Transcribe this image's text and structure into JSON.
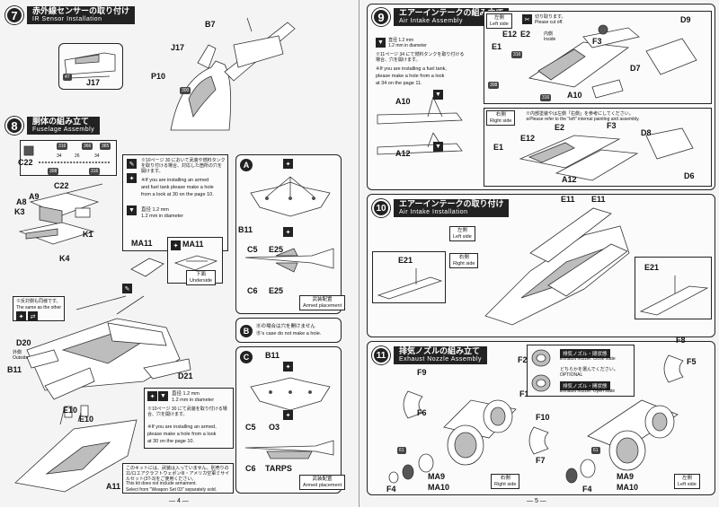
{
  "left_page": {
    "step7": {
      "number": "7",
      "title_jp": "赤外線センサーの取り付け",
      "title_en": "IR Sensor Installation",
      "parts": {
        "b7": "B7",
        "j17": "J17",
        "j17b": "J17",
        "p10": "P10"
      },
      "code47": "47",
      "code300": "300"
    },
    "step8": {
      "number": "8",
      "title_jp": "胴体の組み立て",
      "title_en": "Fuselage Assembly",
      "parts": {
        "c22": "C22",
        "c22b": "C22",
        "a8": "A8",
        "a9": "A9",
        "k3": "K3",
        "k1": "K1",
        "k4": "K4",
        "ma11a": "MA11",
        "ma11b": "MA11",
        "d20": "D20",
        "b11": "B11",
        "d21": "D21",
        "e10a": "E10",
        "e10b": "E10",
        "a11": "A11"
      },
      "decal_codes": {
        "c1": "316",
        "c2": "366",
        "c3": "365",
        "c4": "316",
        "c5": "308",
        "c6": "34",
        "c7": "34",
        "c8": "26"
      },
      "note_hole": {
        "jp": "※10ページ 30 において武装や燃料タンクを取り付ける場合、対応した箇所の穴を開けます。",
        "en1": "※If you are installing an armed",
        "en2": "and fuel tank please make a hole",
        "en3": "from a look at 30 on the page 10.",
        "dia_jp": "直径 1.2 mm",
        "dia_en": "1.2 mm in diameter"
      },
      "note_same": {
        "jp": "※反対側も同様です。",
        "en": "The same as the other side."
      },
      "underside_jp": "下面",
      "underside_en": "Underside",
      "outside_jp": "外側",
      "outside_en": "Outside",
      "note_hole2": {
        "dia_jp": "直径 1.2 mm",
        "dia_en": "1.2 mm in diameter",
        "jp": "※10ページ 30 にて武装を取り付ける場合、穴を開けます。",
        "en1": "※If you are installing an armed,",
        "en2": "please make a hole from a look",
        "en3": "at 30 on the page 10."
      },
      "note_weapon": {
        "jp": "このキットには、武装は入っていません。別売りの11/ロエアクラフトウェポンIII・アメリカ空軍ミサイルセット(3T-3)をご使用ください。",
        "en1": "This kit does not include armament.",
        "en2": "Select from \"Weapon Set 03\" separately sold."
      },
      "case_a": {
        "letter": "A",
        "b11": "B11",
        "c5": "C5",
        "e25a": "E25",
        "c6": "C6",
        "e25b": "E25",
        "tag_jp": "武装配置",
        "tag_en": "Armed placement"
      },
      "case_b": {
        "letter": "B",
        "jp": "Ⓑの場合は穴を開けません",
        "en": "Ⓑ's case do not make a hole."
      },
      "case_c": {
        "letter": "C",
        "b11": "B11",
        "c5": "C5",
        "o3": "O3",
        "c6": "C6",
        "tarps": "TARPS",
        "tag_jp": "武装配置",
        "tag_en": "Armed placement"
      }
    },
    "page_number": "— 4 —"
  },
  "right_page": {
    "step9": {
      "number": "9",
      "title_jp": "エアーインテークの組み立て",
      "title_en": "Air Intake Assembly",
      "note": {
        "dia": "直径 1.2 mm",
        "dia_en": "1.2 mm in diameter",
        "jp": "※11ページ 34 にて燃料タンクを取り付ける場合、穴を開けます。",
        "en1": "※If you are installing a fuel tank,",
        "en2": "please make a hole from a look",
        "en3": "at 34 on the page 11."
      },
      "parts": {
        "a10": "A10",
        "a12": "A12"
      },
      "left": {
        "side_jp": "左側",
        "side_en": "Left side",
        "cut_jp": "切り取ります。",
        "cut_en": "Please cut off.",
        "inside_jp": "内側",
        "inside_en": "Inside",
        "e12": "E12",
        "e2": "E2",
        "e1": "E1",
        "f3": "F3",
        "a10": "A10",
        "d9": "D9",
        "d7": "D7",
        "code1": "316",
        "code2": "308",
        "code3": "316"
      },
      "right": {
        "side_jp": "右側",
        "side_en": "Right side",
        "note_jp": "※内部塗装やは左側「右側」を参考にしてください。",
        "note_en": "※Please refer to the \"left\" internal painting and assembly.",
        "e2": "E2",
        "e12": "E12",
        "f3": "F3",
        "e1": "E1",
        "a12": "A12",
        "d8": "D8",
        "d6": "D6"
      }
    },
    "step10": {
      "number": "10",
      "title_jp": "エアーインテークの取り付け",
      "title_en": "Air Intake Installation",
      "left_jp": "左側",
      "left_en": "Left side",
      "right_jp": "右側",
      "right_en": "Right side",
      "parts": {
        "e11a": "E11",
        "e11b": "E11",
        "e21a": "E21",
        "e21b": "E21"
      }
    },
    "step11": {
      "number": "11",
      "title_jp": "排気ノズルの組み立て",
      "title_en": "Exhaust Nozzle Assembly",
      "parts": {
        "f9": "F9",
        "f6": "F6",
        "f2": "F2",
        "f1": "F1",
        "f10": "F10",
        "f7": "F7",
        "f8": "F8",
        "f5": "F5",
        "f4a": "F4",
        "f4b": "F4",
        "ma9a": "MA9",
        "ma10a": "MA10",
        "ma9b": "MA9",
        "ma10b": "MA10"
      },
      "closed_jp": "排気ノズル・閉状態",
      "closed_en": "Exhaust nozzle. Close state",
      "open_jp": "排気ノズル・開状態",
      "open_en": "Exhaust nozzle. Open state",
      "optional_jp": "どちらかを選んでください。",
      "optional_en": "OPTIONAL",
      "right_jp": "右側",
      "right_en": "Right side",
      "left_jp": "左側",
      "left_en": "Left side",
      "code61": "61"
    },
    "page_number": "— 5 —"
  }
}
